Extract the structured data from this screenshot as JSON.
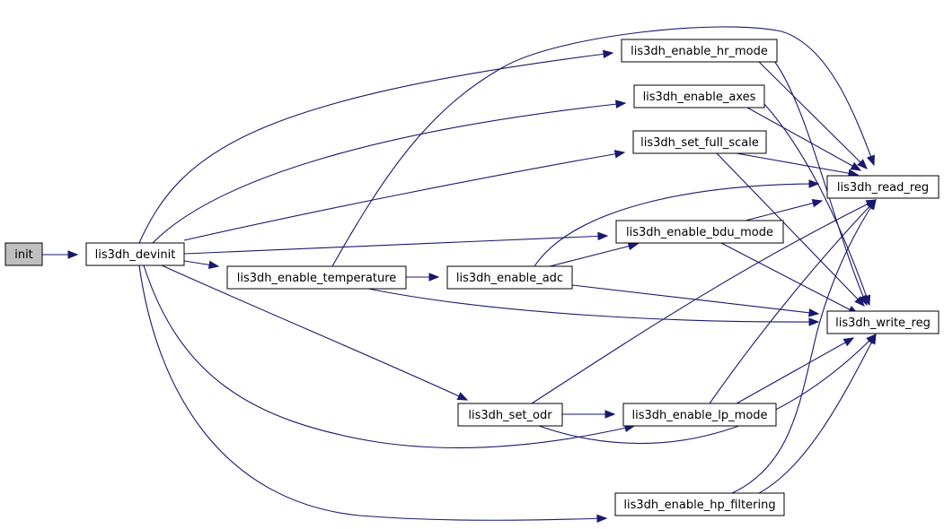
{
  "colors": {
    "edge": "#191970",
    "node_fill": "#ffffff",
    "highlight_fill": "#bfbfbf",
    "border": "#000000"
  },
  "nodes": {
    "init": "init",
    "devinit": "lis3dh_devinit",
    "hr": "lis3dh_enable_hr_mode",
    "axes": "lis3dh_enable_axes",
    "fs": "lis3dh_set_full_scale",
    "read": "lis3dh_read_reg",
    "bdu": "lis3dh_enable_bdu_mode",
    "temp": "lis3dh_enable_temperature",
    "adc": "lis3dh_enable_adc",
    "write": "lis3dh_write_reg",
    "odr": "lis3dh_set_odr",
    "lp": "lis3dh_enable_lp_mode",
    "hp": "lis3dh_enable_hp_filtering"
  }
}
